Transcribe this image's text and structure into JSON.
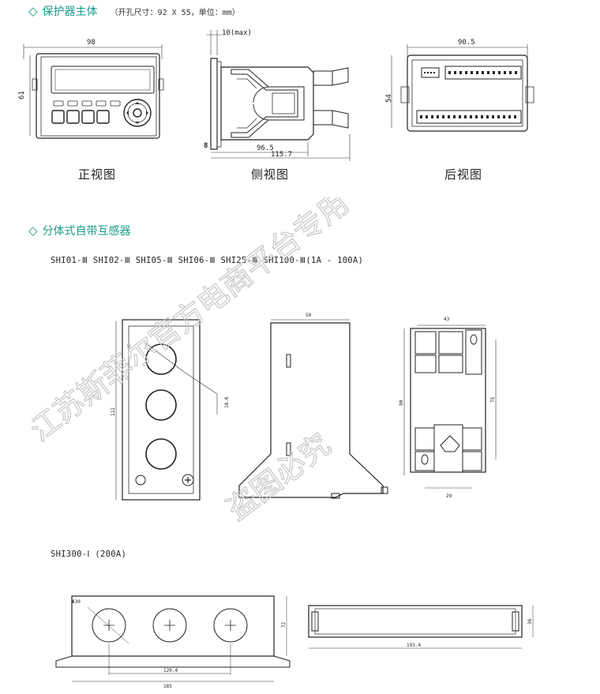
{
  "section1": {
    "title": "保护器主体",
    "note": "（开孔尺寸：92 X 55，单位：mm）",
    "front": {
      "caption": "正视图",
      "dim_width": "98",
      "dim_height": "61"
    },
    "side": {
      "caption": "侧视图",
      "dim_top": "10(max)",
      "dim_left": "8",
      "dim_bottom1": "96.5",
      "dim_bottom2": "115.7"
    },
    "rear": {
      "caption": "后视图",
      "dim_width": "90.5",
      "dim_height": "54"
    }
  },
  "section2": {
    "title": "分体式自带互感器",
    "models": "SHI01-Ⅲ  SHI02-Ⅲ  SHI05-Ⅲ  SHI06-Ⅲ  SHI25-Ⅲ SHI100-Ⅲ(1A - 100A)",
    "ct1": {
      "dim_height": "112",
      "dim_hole": "18.6"
    },
    "ct2": {
      "dim_width": "50"
    },
    "ct3": {
      "dim_width": "43",
      "dim_height": "90",
      "dim_inner": "75",
      "dim_bottom": "29"
    },
    "model2": "SHI300-Ⅰ  (200A)",
    "ct4": {
      "dim_hole": "Φ30",
      "dim_pitch": "120.4",
      "dim_width": "185",
      "dim_height": "72"
    },
    "ct5": {
      "dim_width": "193.4",
      "dim_height": "36"
    }
  },
  "watermark": {
    "line1": "江苏斯菲尔官方电商平台专用",
    "line2": "盗图必究"
  }
}
